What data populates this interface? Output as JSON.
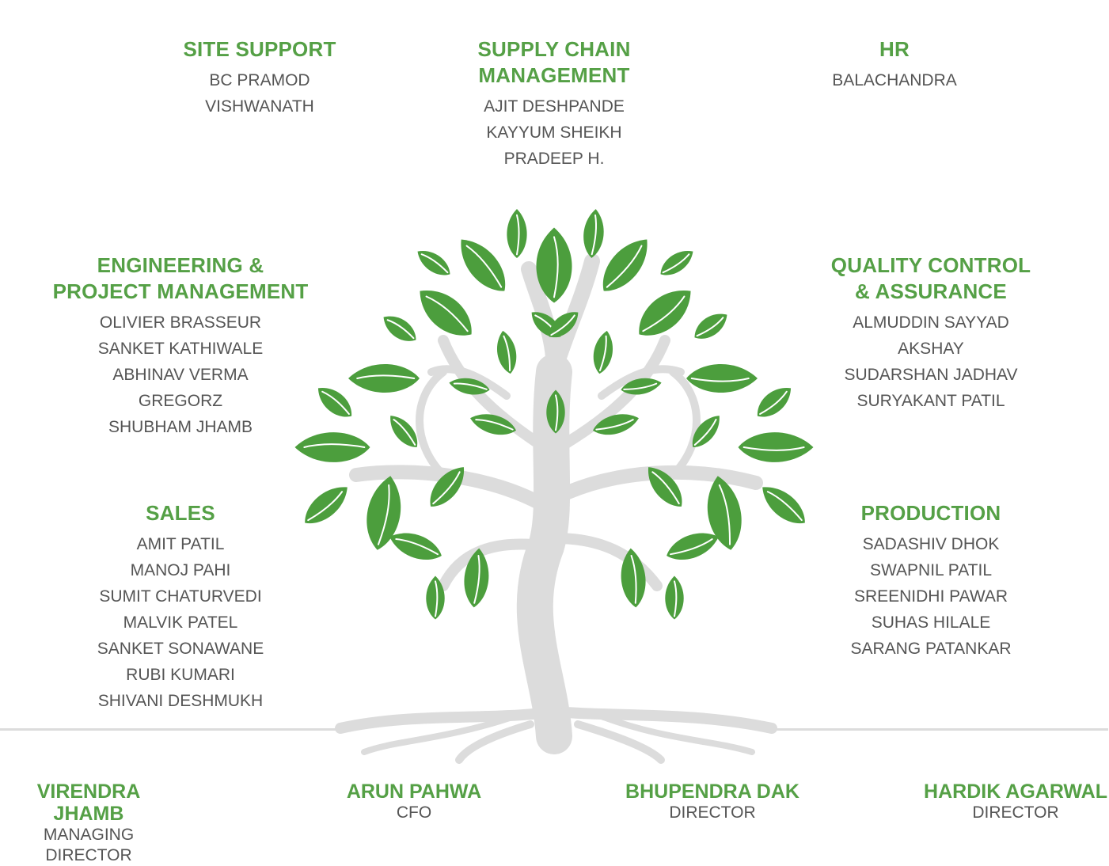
{
  "colors": {
    "accent": "#55a046",
    "text": "#555555",
    "trunk": "#dcdcdc",
    "leaf": "#4c9e3d"
  },
  "departments": {
    "site_support": {
      "title": "SITE SUPPORT",
      "members": [
        "BC PRAMOD",
        "VISHWANATH"
      ]
    },
    "supply_chain": {
      "title_line1": "SUPPLY CHAIN",
      "title_line2": "MANAGEMENT",
      "members": [
        "AJIT DESHPANDE",
        "KAYYUM SHEIKH",
        "PRADEEP H."
      ]
    },
    "hr": {
      "title": "HR",
      "members": [
        "BALACHANDRA"
      ]
    },
    "engineering": {
      "title_line1": "ENGINEERING &",
      "title_line2": "PROJECT MANAGEMENT",
      "members": [
        "OLIVIER BRASSEUR",
        "SANKET KATHIWALE",
        "ABHINAV VERMA",
        "GREGORZ",
        "SHUBHAM JHAMB"
      ]
    },
    "quality": {
      "title_line1": "QUALITY CONTROL",
      "title_line2": "& ASSURANCE",
      "members": [
        "ALMUDDIN SAYYAD",
        "AKSHAY",
        "SUDARSHAN JADHAV",
        "SURYAKANT PATIL"
      ]
    },
    "sales": {
      "title": "SALES",
      "members": [
        "AMIT PATIL",
        "MANOJ PAHI",
        "SUMIT CHATURVEDI",
        "MALVIK PATEL",
        "SANKET SONAWANE",
        "RUBI KUMARI",
        "SHIVANI DESHMUKH"
      ]
    },
    "production": {
      "title": "PRODUCTION",
      "members": [
        "SADASHIV DHOK",
        "SWAPNIL PATIL",
        "SREENIDHI PAWAR",
        "SUHAS HILALE",
        "SARANG PATANKAR"
      ]
    }
  },
  "executives": [
    {
      "name": "VIRENDRA JHAMB",
      "role": "MANAGING DIRECTOR"
    },
    {
      "name": "ARUN PAHWA",
      "role": "CFO"
    },
    {
      "name": "BHUPENDRA DAK",
      "role": "DIRECTOR"
    },
    {
      "name": "HARDIK AGARWAL",
      "role": "DIRECTOR"
    }
  ]
}
